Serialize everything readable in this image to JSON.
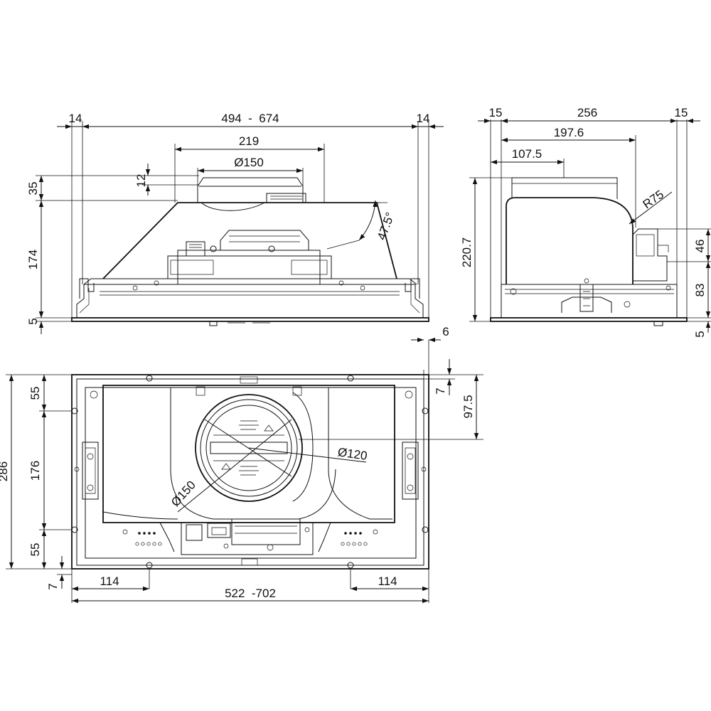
{
  "front_view": {
    "width_label": "494  -  674",
    "side_left_label": "14",
    "side_right_label": "14",
    "outlet_width_label": "219",
    "outlet_diameter_label": "Ø150",
    "collar_label": "12",
    "top_height_label": "35",
    "body_height_label": "174",
    "base_height_label": "5",
    "angle_label": "47.5°"
  },
  "side_view": {
    "left_margin_label": "15",
    "depth_label": "256",
    "right_margin_label": "15",
    "offset_197_label": "197.6",
    "offset_107_label": "107.5",
    "radius_label": "R75",
    "total_height_label": "220.7",
    "upper_height_label": "46",
    "lower_height_label": "83",
    "base_height_label": "5"
  },
  "top_view": {
    "right_gap_label": "6",
    "edge_gap_label": "7",
    "outlet_offset_label": "97.5",
    "overall_depth_label": "286",
    "top_margin_label": "55",
    "middle_label": "176",
    "bottom_margin_label": "55",
    "bottom_gap_label": "7",
    "left_offset_label": "114",
    "right_offset_label": "114",
    "overall_width_label": "522  -702",
    "small_diameter_label": "Ø120",
    "large_diameter_label": "Ø150"
  }
}
